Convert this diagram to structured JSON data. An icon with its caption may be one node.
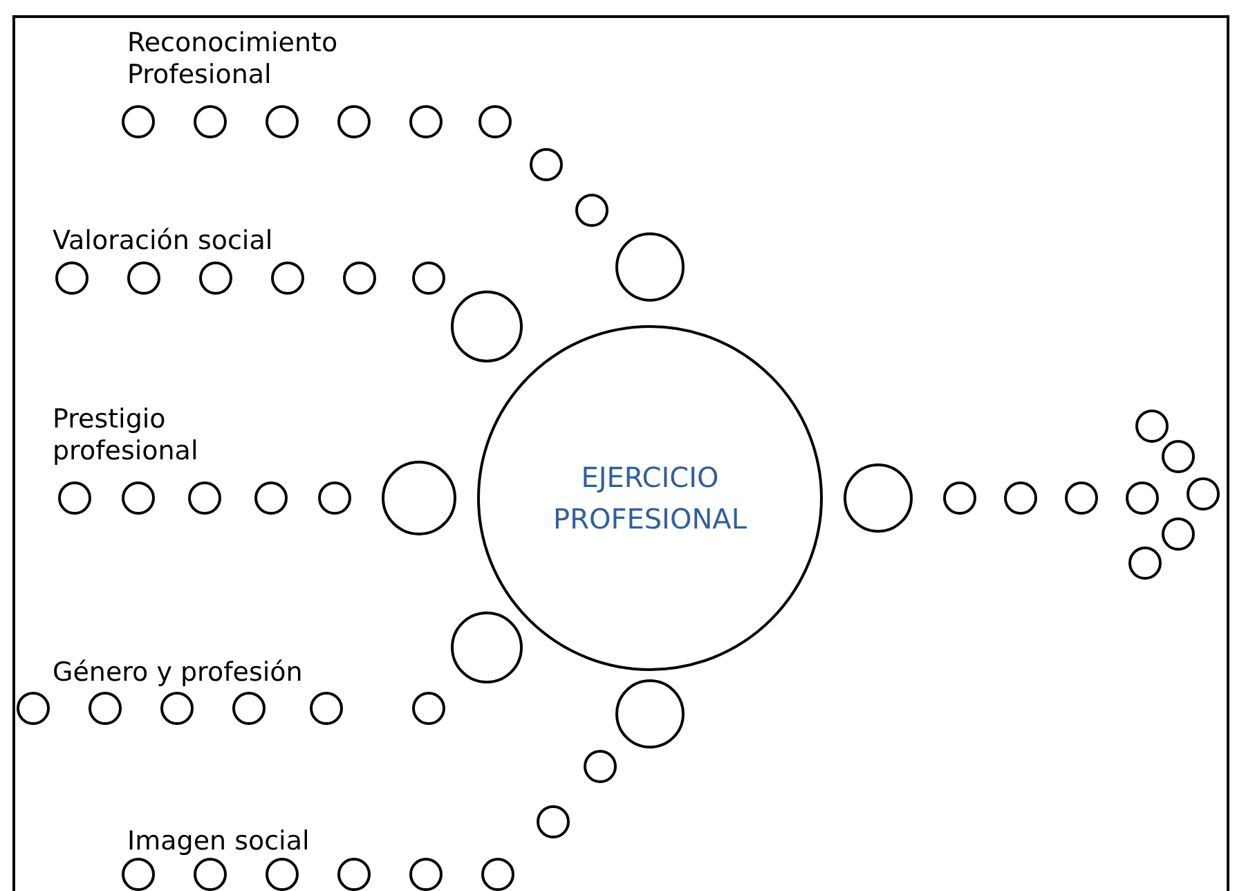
{
  "diagram": {
    "nodes": [
      {
        "text": [
          "EJERCICIO PROFESIONAL"
        ]
      }
    ],
    "labels": [
      "Reconocimiento Profesional",
      "Valoración social",
      "Prestigio profesional",
      "Género y profesión",
      "Imagen social"
    ]
  }
}
